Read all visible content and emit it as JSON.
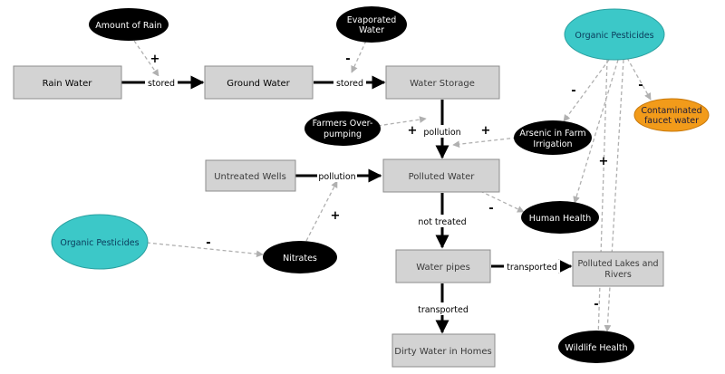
{
  "nodes": {
    "rain_water": "Rain Water",
    "ground_water": "Ground Water",
    "water_storage": "Water Storage",
    "untreated_wells": "Untreated Wells",
    "polluted_water": "Polluted Water",
    "water_pipes": "Water pipes",
    "polluted_lakes": [
      "Polluted Lakes and",
      "Rivers"
    ],
    "dirty_water": "Dirty Water in Homes",
    "amount_of_rain": "Amount of Rain",
    "evaporated_water": [
      "Evaporated",
      "Water"
    ],
    "organic_pesticides_top": "Organic Pesticides",
    "contaminated_faucet": [
      "Contaminated",
      "faucet water"
    ],
    "farmers_overpumping": [
      "Farmers Over-",
      "pumping"
    ],
    "arsenic": [
      "Arsenic in Farm",
      "Irrigation"
    ],
    "human_health": "Human Health",
    "organic_pesticides_left": "Organic Pesticides",
    "nitrates": "Nitrates",
    "wildlife_health": "Wildlife Health"
  },
  "links": {
    "stored": "stored",
    "pollution": "pollution",
    "not_treated": "not treated",
    "transported": "transported"
  },
  "signs": {
    "plus": "+",
    "minus": "-"
  },
  "colors": {
    "box_fill": "#d3d3d3",
    "box_stroke": "#8c8c8c",
    "black_node": "#000000",
    "cyan_node": "#3cc8c8",
    "orange_node": "#f29b1a",
    "dashed_link": "#a9a9a9"
  }
}
